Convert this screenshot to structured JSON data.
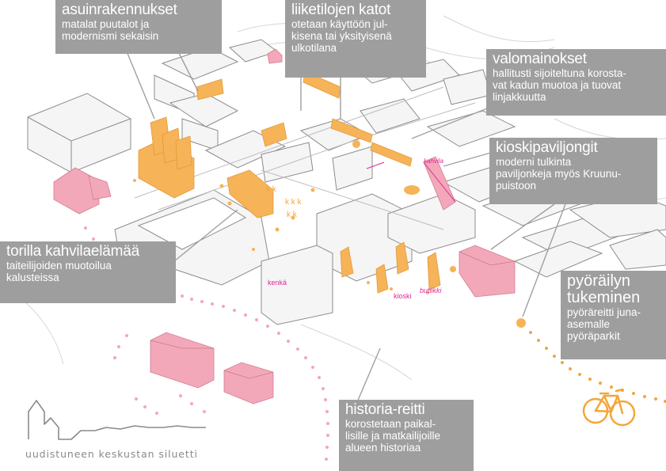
{
  "callouts": {
    "asuinrakennukset": {
      "title": "asuinrakennukset",
      "body": [
        "matalat puutalot ja",
        "modernismi sekaisin"
      ]
    },
    "liiketilojen_katot": {
      "title": "liiketilojen katot",
      "body": [
        "otetaan käyttöön jul-",
        "kisena tai yksityisenä",
        "ulkotilana"
      ]
    },
    "valomainokset": {
      "title": "valomainokset",
      "body": [
        "hallitusti sijoiteltuna korosta-",
        "vat kadun muotoa ja tuovat",
        "linjakkuutta"
      ]
    },
    "kioskipaviljongit": {
      "title": "kioskipaviljongit",
      "body": [
        "moderni tulkinta",
        "paviljonkeja myös Kruunu-",
        "puistoon"
      ]
    },
    "torilla_kahvilaelamaa": {
      "title": "torilla kahvilaelämää",
      "body": [
        "taiteilijoiden muotoilua",
        "kalusteissa"
      ]
    },
    "pyorailyn_tukeminen": {
      "title": [
        "pyöräilyn",
        "tukeminen"
      ],
      "body": [
        "pyöräreitti juna-",
        "asemalle",
        "pyöräparkit"
      ]
    },
    "historia_reitti": {
      "title": "historia-reitti",
      "body": [
        "korostetaan paikal-",
        "lisille ja matkailijoille",
        "alueen historiaa"
      ]
    }
  },
  "map_labels": {
    "kenka": "kenkä",
    "kioski": "kioski",
    "butiikki": "butiikki",
    "kahvila": "kahvila",
    "kk": "k k",
    "kkk": "k k k",
    "kk2": "k k"
  },
  "logo": {
    "caption": "uudistuneen keskustan siluetti"
  },
  "colors": {
    "callout_bg": "#9e9e9e",
    "orange": "#f6b358",
    "pink": "#f2a8b8",
    "magenta": "#e0279a",
    "route_pink": "#f3a6bd",
    "route_orange": "#f4a63a",
    "building_outline": "#8c8c8c"
  },
  "icons": [
    "bicycle-icon",
    "church-silhouette-icon"
  ]
}
